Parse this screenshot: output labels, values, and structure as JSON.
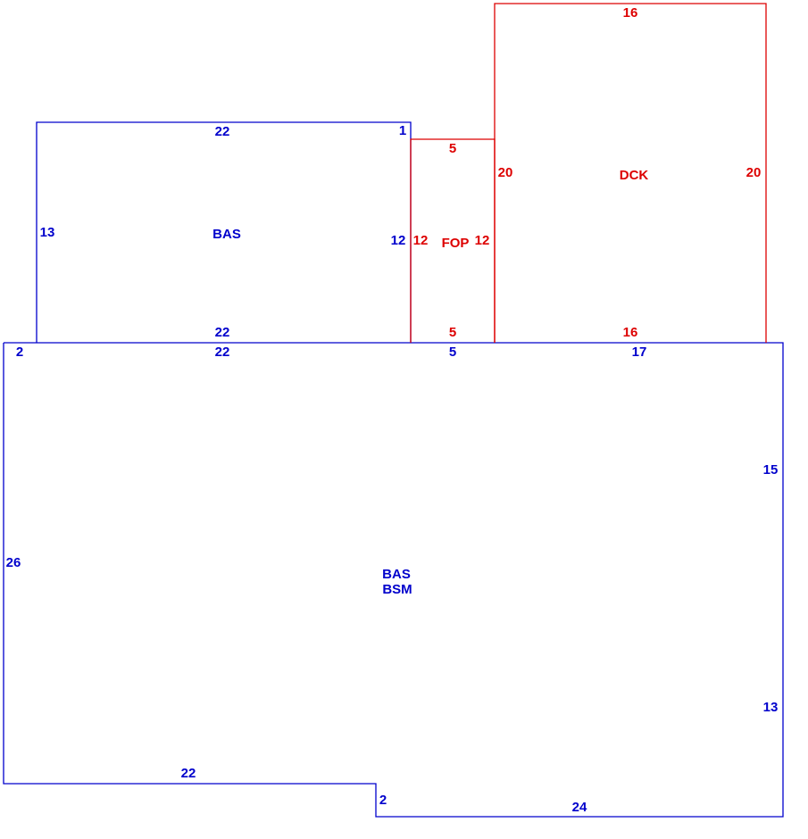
{
  "colors": {
    "living": "#0000cc",
    "exterior": "#dd0000"
  },
  "areas": {
    "upper_bas": {
      "code": "BAS"
    },
    "fop": {
      "code": "FOP"
    },
    "dck": {
      "code": "DCK"
    },
    "main": {
      "code_1": "BAS",
      "code_2": "BSM"
    }
  },
  "dims": {
    "upper_bas_top": "22",
    "upper_bas_bottom": "22",
    "upper_bas_left": "13",
    "upper_bas_right": "12",
    "upper_bas_jog": "1",
    "fop_top": "5",
    "fop_bottom": "5",
    "fop_left": "12",
    "fop_right": "12",
    "dck_top": "16",
    "dck_bottom": "16",
    "dck_left": "20",
    "dck_right": "20",
    "main_top_left_jog": "2",
    "main_top_a": "22",
    "main_top_b": "5",
    "main_top_c": "17",
    "main_left": "26",
    "main_right_a": "15",
    "main_right_b": "13",
    "main_bottom_left": "22",
    "main_step": "2",
    "main_bottom_right": "24"
  }
}
